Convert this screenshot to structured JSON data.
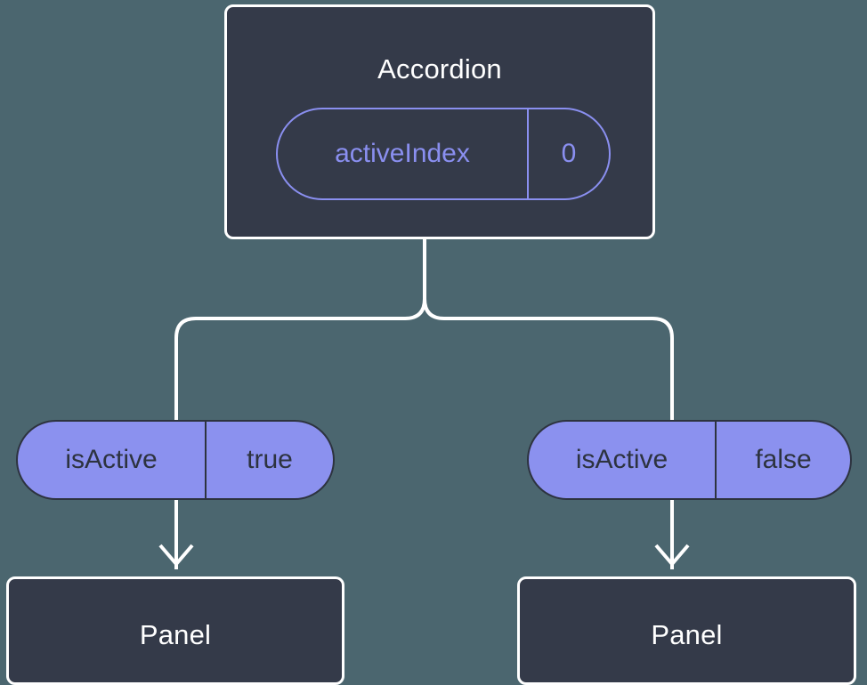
{
  "theme": {
    "background": "#4b666f",
    "node_fill": "#343a49",
    "node_stroke": "#ffffff",
    "node_text": "#ffffff",
    "accent_purple": "#8a8ff0",
    "pill_fill": "#8b91ef",
    "pill_stroke": "#2d333f",
    "pill_text": "#2d333f",
    "edge_color": "#ffffff"
  },
  "diagram": {
    "type": "tree",
    "root": {
      "id": "accordion",
      "title": "Accordion",
      "state": {
        "key": "activeIndex",
        "value": "0"
      }
    },
    "branches": [
      {
        "id": "branch-left",
        "prop": {
          "key": "isActive",
          "value": "true"
        },
        "child": {
          "id": "panel-left",
          "title": "Panel"
        }
      },
      {
        "id": "branch-right",
        "prop": {
          "key": "isActive",
          "value": "false"
        },
        "child": {
          "id": "panel-right",
          "title": "Panel"
        }
      }
    ]
  }
}
